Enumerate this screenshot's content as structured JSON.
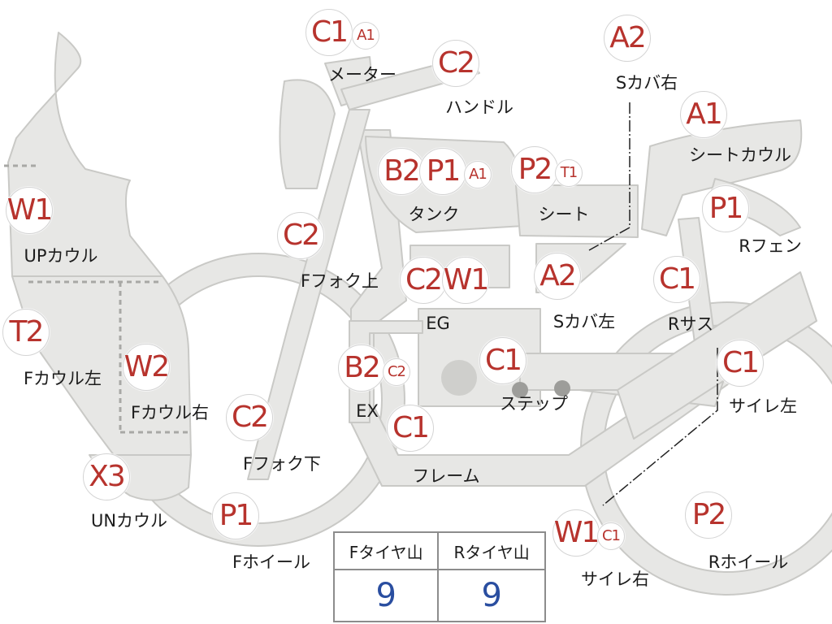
{
  "colors": {
    "part_fill": "#e7e7e5",
    "part_stroke": "#c9c9c6",
    "badge_text": "#b7332d",
    "value_text": "#2a4ea0"
  },
  "badges": [
    {
      "name": "meter",
      "codes": [
        "C1",
        "A1"
      ]
    },
    {
      "name": "handle",
      "codes": [
        "C2"
      ]
    },
    {
      "name": "s-cover-right",
      "codes": [
        "A2"
      ]
    },
    {
      "name": "seat-cowl",
      "codes": [
        "A1"
      ]
    },
    {
      "name": "tank",
      "codes": [
        "B2",
        "P1",
        "A1"
      ]
    },
    {
      "name": "seat",
      "codes": [
        "P2",
        "T1"
      ]
    },
    {
      "name": "up-cowl",
      "codes": [
        "W1"
      ]
    },
    {
      "name": "f-fork-upper",
      "codes": [
        "C2"
      ]
    },
    {
      "name": "r-fender",
      "codes": [
        "P1"
      ]
    },
    {
      "name": "engine",
      "codes": [
        "C2",
        "W1"
      ]
    },
    {
      "name": "s-cover-left",
      "codes": [
        "A2"
      ]
    },
    {
      "name": "r-suspension",
      "codes": [
        "C1"
      ]
    },
    {
      "name": "f-cowl-left",
      "codes": [
        "T2"
      ]
    },
    {
      "name": "f-cowl-right",
      "codes": [
        "W2"
      ]
    },
    {
      "name": "exhaust",
      "codes": [
        "B2",
        "C2"
      ]
    },
    {
      "name": "step",
      "codes": [
        "C1"
      ]
    },
    {
      "name": "muffler-left",
      "codes": [
        "C1"
      ]
    },
    {
      "name": "f-fork-lower",
      "codes": [
        "C2"
      ]
    },
    {
      "name": "frame",
      "codes": [
        "C1"
      ]
    },
    {
      "name": "un-cowl",
      "codes": [
        "X3"
      ]
    },
    {
      "name": "f-wheel",
      "codes": [
        "P1"
      ]
    },
    {
      "name": "muffler-right",
      "codes": [
        "W1",
        "C1"
      ]
    },
    {
      "name": "r-wheel",
      "codes": [
        "P2"
      ]
    }
  ],
  "labels": {
    "meter": "メーター",
    "handle": "ハンドル",
    "s_cover_right": "Sカバ右",
    "seat_cowl": "シートカウル",
    "tank": "タンク",
    "seat": "シート",
    "up_cowl": "UPカウル",
    "f_fork_upper": "Fフォク上",
    "r_fender": "Rフェン",
    "engine": "EG",
    "s_cover_left": "Sカバ左",
    "r_suspension": "Rサス",
    "f_cowl_left": "Fカウル左",
    "f_cowl_right": "Fカウル右",
    "exhaust": "EX",
    "step": "ステップ",
    "muffler_left": "サイレ左",
    "f_fork_lower": "Fフォク下",
    "frame": "フレーム",
    "un_cowl": "UNカウル",
    "f_wheel": "Fホイール",
    "muffler_right": "サイレ右",
    "r_wheel": "Rホイール"
  },
  "tire_table": {
    "headers": [
      "Fタイヤ山",
      "Rタイヤ山"
    ],
    "values": [
      "9",
      "9"
    ]
  }
}
